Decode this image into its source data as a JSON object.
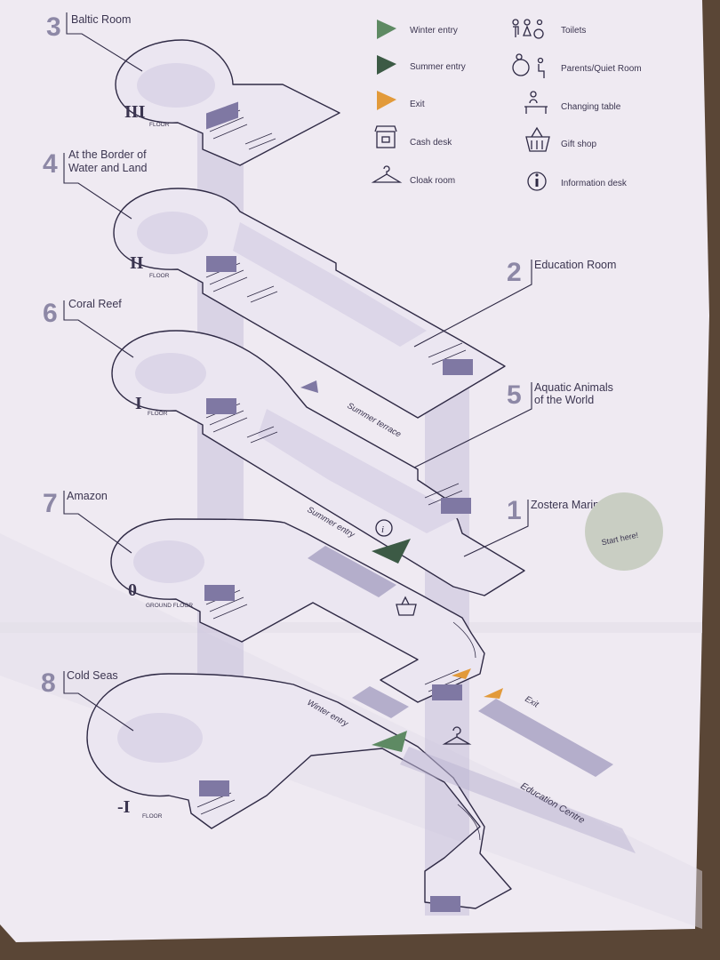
{
  "legend": [
    {
      "icon": "winter-entry-icon",
      "label": "Winter entry",
      "color": "#5e8a63"
    },
    {
      "icon": "summer-entry-icon",
      "label": "Summer entry",
      "color": "#3c5a45"
    },
    {
      "icon": "exit-icon",
      "label": "Exit",
      "color": "#e29a3a"
    },
    {
      "icon": "cash-desk-icon",
      "label": "Cash desk"
    },
    {
      "icon": "cloak-room-icon",
      "label": "Cloak room"
    },
    {
      "icon": "toilets-icon",
      "label": "Toilets"
    },
    {
      "icon": "parents-quiet-room-icon",
      "label": "Parents/Quiet Room"
    },
    {
      "icon": "changing-table-icon",
      "label": "Changing table"
    },
    {
      "icon": "gift-shop-icon",
      "label": "Gift shop"
    },
    {
      "icon": "information-desk-icon",
      "label": "Information desk"
    }
  ],
  "rooms": [
    {
      "number": "3",
      "name_lines": [
        "Baltic Room"
      ]
    },
    {
      "number": "4",
      "name_lines": [
        "At the Border of",
        "Water and Land"
      ]
    },
    {
      "number": "6",
      "name_lines": [
        "Coral Reef"
      ]
    },
    {
      "number": "7",
      "name_lines": [
        "Amazon"
      ]
    },
    {
      "number": "8",
      "name_lines": [
        "Cold Seas"
      ]
    },
    {
      "number": "2",
      "name_lines": [
        "Education Room"
      ]
    },
    {
      "number": "5",
      "name_lines": [
        "Aquatic Animals",
        "of the World"
      ]
    },
    {
      "number": "1",
      "name_lines": [
        "Zostera Marina"
      ]
    }
  ],
  "floors": [
    {
      "mark": "III",
      "word": "FLOOR"
    },
    {
      "mark": "II",
      "word": "FLOOR"
    },
    {
      "mark": "I",
      "word": "FLOOR"
    },
    {
      "mark": "0",
      "word": "GROUND FLOOR"
    },
    {
      "mark": "-I",
      "word": "FLOOR"
    }
  ],
  "path_labels": {
    "summer_terrace": "Summer terrace",
    "summer_entry": "Summer entry",
    "winter_entry": "Winter entry",
    "exit": "Exit",
    "education_centre": "Education Centre"
  },
  "start_here": "Start here!",
  "colors": {
    "paper": "#efeaf2",
    "accent_purple": "#8d88a6",
    "line": "#2f2a45",
    "winter_green": "#5e8a63",
    "summer_green": "#3c5a45",
    "exit_orange": "#e29a3a",
    "start_circle": "#c9cec3"
  }
}
